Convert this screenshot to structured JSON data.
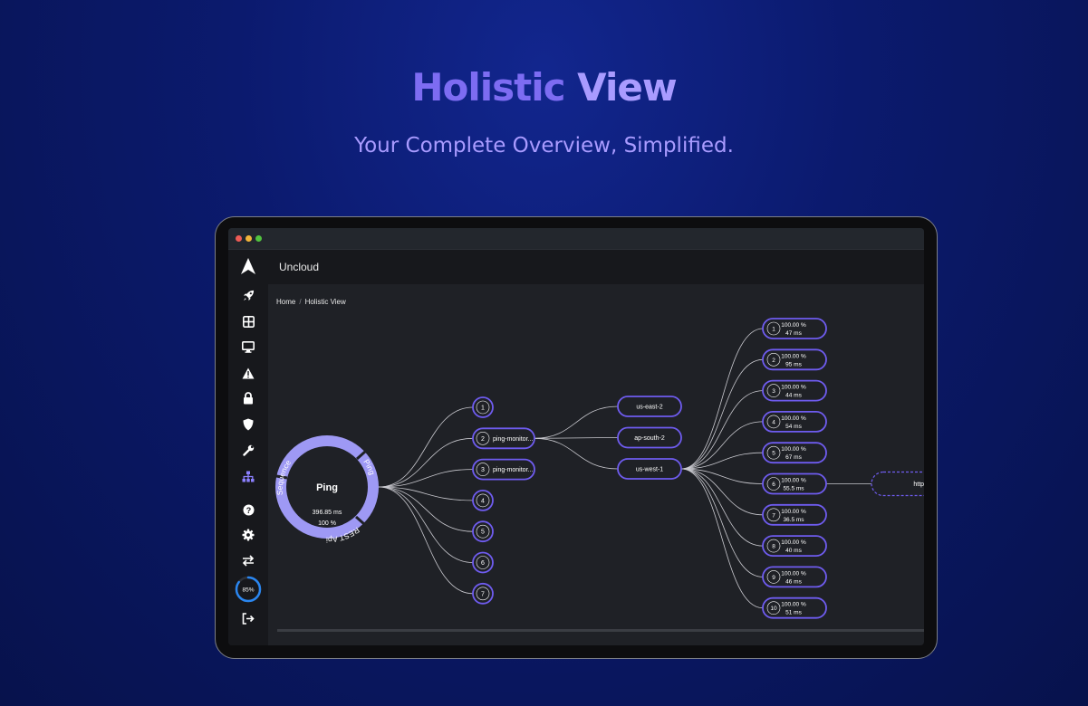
{
  "headline": {
    "word1": "Holistic",
    "word2": "View"
  },
  "subheadline": "Your Complete Overview, Simplified.",
  "app": {
    "name": "Uncloud"
  },
  "window_dots": [
    "#ed5b55",
    "#f2b43a",
    "#52c33f"
  ],
  "colors": {
    "accent": "#8c80ff",
    "node_border": "#6f5cf0",
    "background": "#0b1a6e"
  },
  "sidebar": {
    "items": [
      {
        "name": "logo",
        "icon": "arrow-logo-icon"
      },
      {
        "name": "rocket",
        "icon": "rocket-icon"
      },
      {
        "name": "dashboard",
        "icon": "grid-icon"
      },
      {
        "name": "monitors",
        "icon": "monitor-icon"
      },
      {
        "name": "alerts",
        "icon": "warning-icon"
      },
      {
        "name": "security",
        "icon": "lock-icon"
      },
      {
        "name": "shield",
        "icon": "shield-icon"
      },
      {
        "name": "tools",
        "icon": "wrench-icon"
      },
      {
        "name": "holistic-view",
        "icon": "sitemap-icon",
        "active": true
      },
      {
        "name": "help",
        "icon": "help-icon"
      },
      {
        "name": "settings",
        "icon": "gear-icon"
      },
      {
        "name": "switch",
        "icon": "swap-icon"
      }
    ],
    "usage_label": "85%",
    "usage_fraction": 0.85,
    "logout_icon": "logout-icon"
  },
  "breadcrumb": {
    "home": "Home",
    "separator": "/",
    "current": "Holistic View"
  },
  "root": {
    "title": "Ping",
    "time": "396.85 ms",
    "percent": "100 %",
    "segments": [
      "Sequence",
      "Ping",
      "REST Api"
    ]
  },
  "steps": [
    {
      "num": "1",
      "label": ""
    },
    {
      "num": "2",
      "label": "ping-monitor..."
    },
    {
      "num": "3",
      "label": "ping-monitor..."
    },
    {
      "num": "4",
      "label": ""
    },
    {
      "num": "5",
      "label": ""
    },
    {
      "num": "6",
      "label": ""
    },
    {
      "num": "7",
      "label": ""
    }
  ],
  "regions": [
    "us-east-2",
    "ap-south-2",
    "us-west-1"
  ],
  "results": [
    {
      "num": "1",
      "pct": "100.00 %",
      "ms": "47 ms"
    },
    {
      "num": "2",
      "pct": "100.00 %",
      "ms": "95 ms"
    },
    {
      "num": "3",
      "pct": "100.00 %",
      "ms": "44 ms"
    },
    {
      "num": "4",
      "pct": "100.00 %",
      "ms": "54 ms"
    },
    {
      "num": "5",
      "pct": "100.00 %",
      "ms": "67 ms"
    },
    {
      "num": "6",
      "pct": "100.00 %",
      "ms": "55.5 ms"
    },
    {
      "num": "7",
      "pct": "100.00 %",
      "ms": "36.5 ms"
    },
    {
      "num": "8",
      "pct": "100.00 %",
      "ms": "40 ms"
    },
    {
      "num": "9",
      "pct": "100.00 %",
      "ms": "46 ms"
    },
    {
      "num": "10",
      "pct": "100.00 %",
      "ms": "51 ms"
    }
  ],
  "url": "https://perfagents.com"
}
